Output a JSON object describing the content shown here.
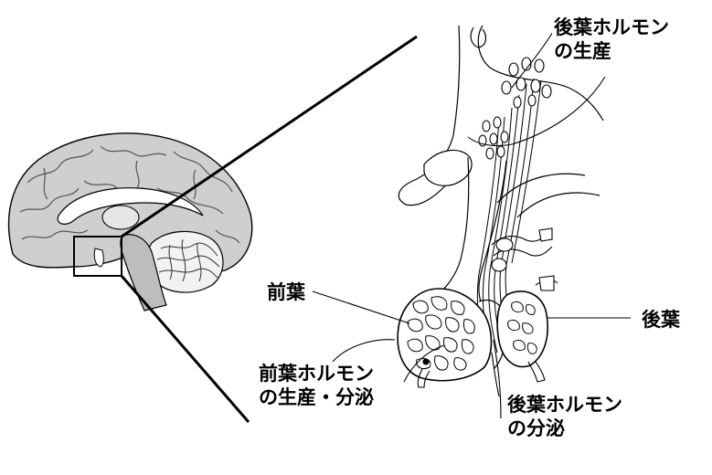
{
  "labels": {
    "posterior_production_line1": "後葉ホルモン",
    "posterior_production_line2": "の生産",
    "anterior_lobe": "前葉",
    "posterior_lobe": "後葉",
    "anterior_production_line1": "前葉ホルモン",
    "anterior_production_line2": "の生産・分泌",
    "posterior_secretion_line1": "後葉ホルモン",
    "posterior_secretion_line2": "の分泌"
  },
  "colors": {
    "ink": "#000000",
    "brain_fill": "#cfcfcf",
    "brain_dark": "#8a8a8a",
    "background": "#ffffff"
  }
}
